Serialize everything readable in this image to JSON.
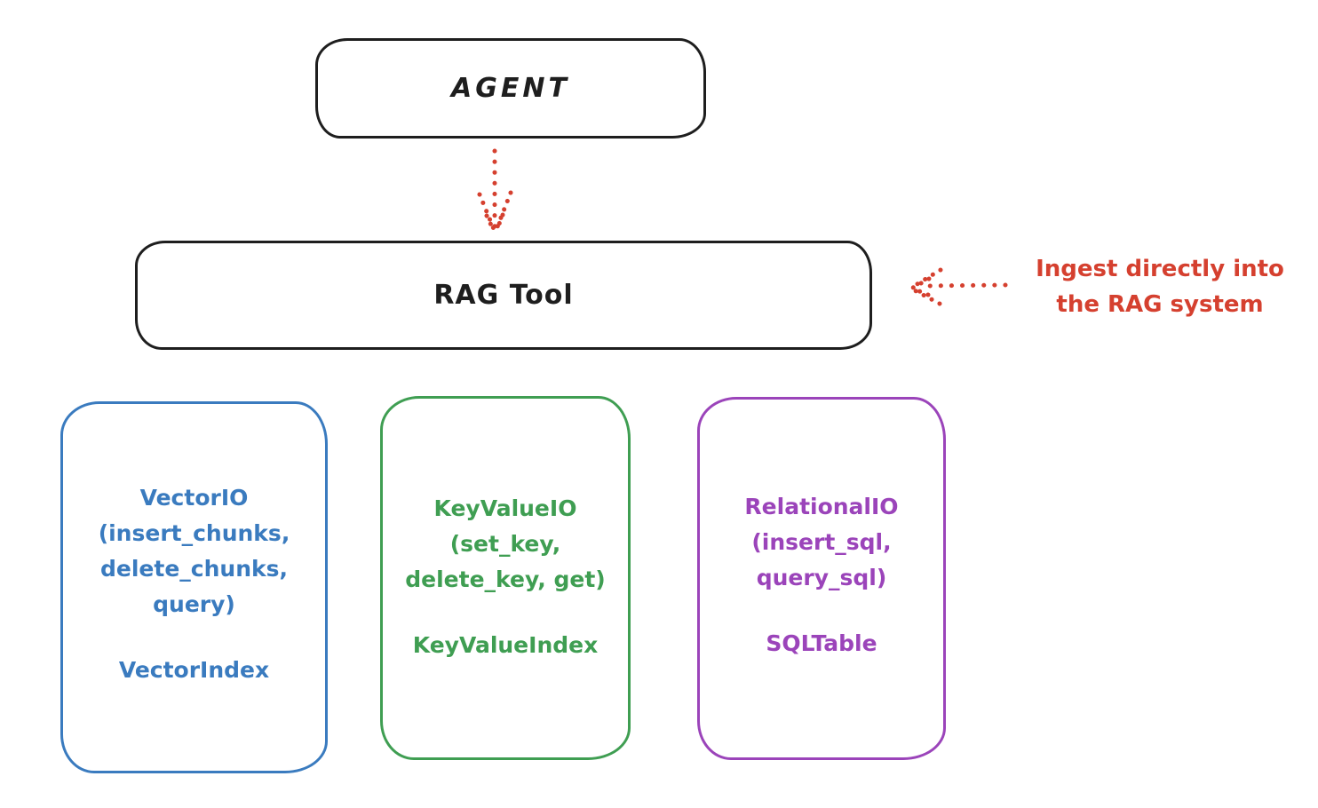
{
  "colors": {
    "ink": "#1e1e1e",
    "red": "#d5402f",
    "blue": "#3a7bbf",
    "green": "#3f9e52",
    "purple": "#9b44ba",
    "background": "#ffffff"
  },
  "nodes": {
    "agent": {
      "label": "AGENT"
    },
    "rag_tool": {
      "label": "RAG Tool"
    }
  },
  "annotation": {
    "lines": [
      "Ingest directly into",
      "the RAG system"
    ]
  },
  "io_boxes": [
    {
      "name": "vector-io",
      "color_key": "blue",
      "lines": [
        "VectorIO",
        "(insert_chunks,",
        "delete_chunks,",
        "query)"
      ],
      "index_label": "VectorIndex"
    },
    {
      "name": "keyvalue-io",
      "color_key": "green",
      "lines": [
        "KeyValueIO",
        "(set_key,",
        "delete_key, get)"
      ],
      "index_label": "KeyValueIndex"
    },
    {
      "name": "relational-io",
      "color_key": "purple",
      "lines": [
        "RelationalIO",
        "(insert_sql,",
        "query_sql)"
      ],
      "index_label": "SQLTable"
    }
  ]
}
